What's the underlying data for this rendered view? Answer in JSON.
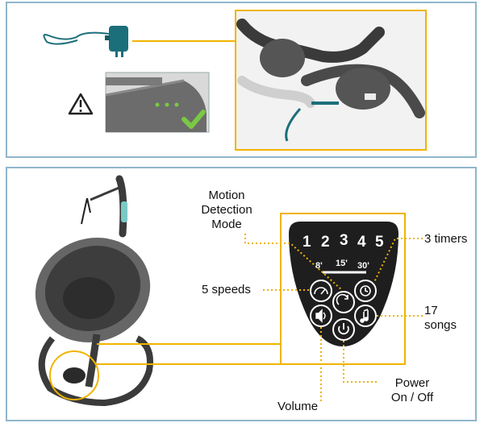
{
  "control_panel": {
    "numbers": [
      "1",
      "2",
      "3",
      "4",
      "5"
    ],
    "timers": [
      "8'",
      "15'",
      "30'"
    ]
  },
  "callouts": {
    "motion_detection": [
      "Motion",
      "Detection",
      "Mode"
    ],
    "timers": "3 timers",
    "speeds": "5 speeds",
    "songs": [
      "17",
      "songs"
    ],
    "power": [
      "Power",
      "On / Off"
    ],
    "volume": "Volume"
  },
  "colors": {
    "panel_border": "#8fb6cc",
    "highlight": "#f0b400",
    "check": "#7ac943",
    "adapter": "#1b6f7a",
    "control_panel": "#1e1e1e"
  }
}
